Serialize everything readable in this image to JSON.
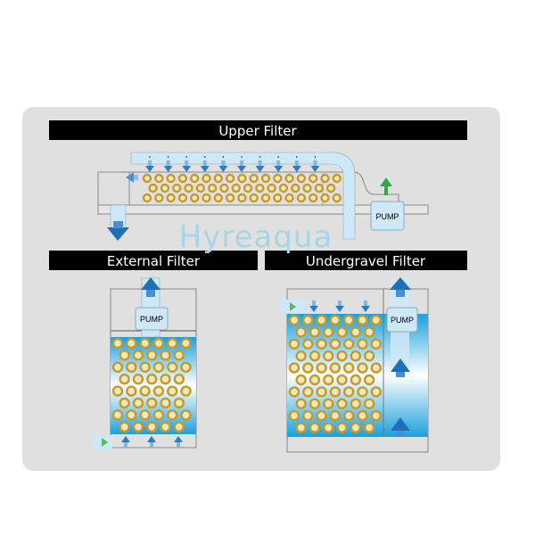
{
  "titles": {
    "upper": "Upper Filter",
    "external": "External Filter",
    "undergravel": "Undergravel Filter"
  },
  "pump_label": "PUMP",
  "watermark": "Hyreaqua",
  "colors": {
    "panel": "#e0e0e0",
    "title_bar": "#000000",
    "water": "#cfe8f7",
    "arrow": "#1f6fb8",
    "gravel": "#c49a2c",
    "inlet_arrow": "#5cb85c"
  }
}
